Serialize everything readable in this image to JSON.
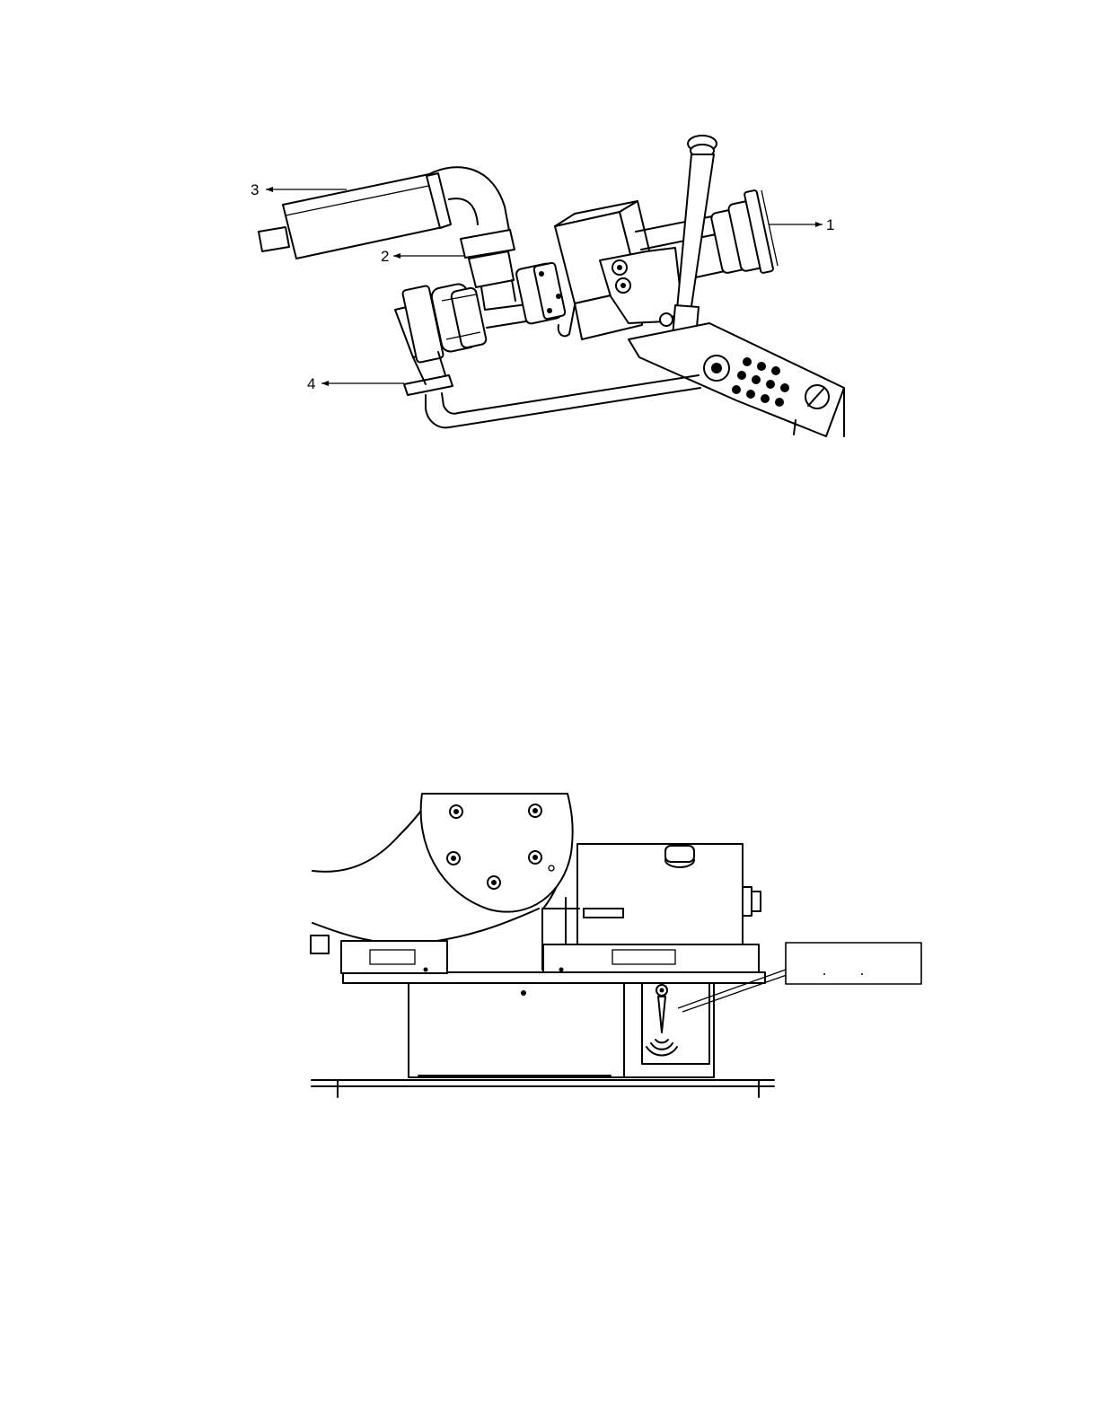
{
  "figure_top": {
    "callouts": [
      {
        "id": "1",
        "text": "1"
      },
      {
        "id": "2",
        "text": "2"
      },
      {
        "id": "3",
        "text": "3"
      },
      {
        "id": "4",
        "text": "4"
      }
    ]
  },
  "figure_bottom": {
    "label_box_text": ""
  }
}
